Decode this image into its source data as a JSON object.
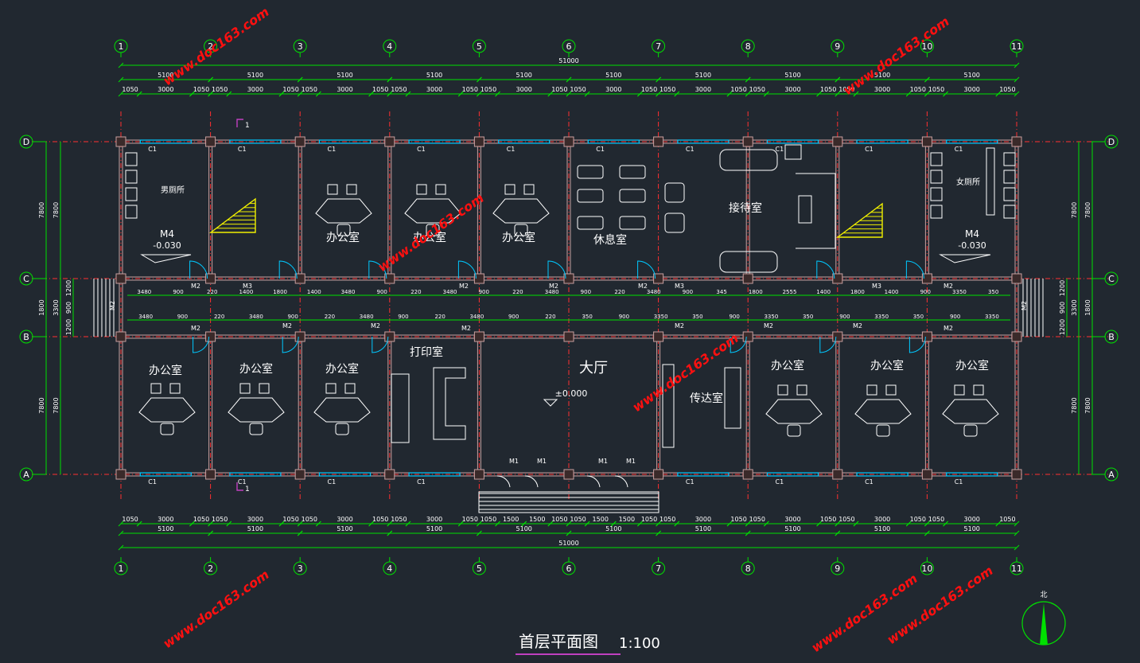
{
  "plan": {
    "title": "首层平面图",
    "scale": "1:100",
    "watermark": "www.doc163.com",
    "north_label": "北",
    "total_dim": "51000",
    "bay_dim": "5100",
    "axes_cols": [
      "1",
      "2",
      "3",
      "4",
      "5",
      "6",
      "7",
      "8",
      "9",
      "10",
      "11"
    ],
    "axes_rows": [
      "D",
      "C",
      "B",
      "A"
    ],
    "top_sub_dims": [
      "1050",
      "3000",
      "1050"
    ],
    "bottom_sub_dims_bay": [
      "1050",
      "3000",
      "1050"
    ],
    "bottom_sub_dims_hall": [
      "1050",
      "1500",
      "1500",
      "1050"
    ],
    "left_dims_outer": [
      "7800",
      "1800",
      "7800"
    ],
    "left_dims_inner": [
      "1200",
      "900",
      "1200"
    ],
    "left_dims_mid": "3300",
    "right_dims_outer": [
      "7800",
      "1800",
      "7800"
    ],
    "right_dims_inner": [
      "1200",
      "900",
      "1200"
    ],
    "right_dims_mid": "3300",
    "rooms": {
      "male_wc": "男厕所",
      "female_wc": "女厕所",
      "office": "办公室",
      "rest": "休息室",
      "reception": "接待室",
      "print": "打印室",
      "hall": "大厅",
      "guard": "传达室"
    },
    "hall_level": "±0.000",
    "wc_level": "-0.030",
    "doors": {
      "m1": "M1",
      "m2": "M2",
      "m3": "M3",
      "m4": "M4"
    },
    "windows": {
      "c1": "C1"
    },
    "section_mark": "1",
    "corr_dims_c": [
      "3480",
      "900",
      "220",
      "1400",
      "1800",
      "1400",
      "3480",
      "900",
      "220",
      "3480",
      "900",
      "220",
      "3480",
      "900",
      "220",
      "3480",
      "900",
      "345",
      "1800",
      "2555",
      "1400",
      "1800",
      "1400",
      "900",
      "3350",
      "350"
    ],
    "corr_dims_b": [
      "3480",
      "900",
      "220",
      "3480",
      "900",
      "220",
      "3480",
      "900",
      "220",
      "3480",
      "900",
      "220",
      "350",
      "900",
      "3350",
      "350",
      "900",
      "3350",
      "350",
      "900",
      "3350",
      "350",
      "900",
      "3350"
    ]
  }
}
